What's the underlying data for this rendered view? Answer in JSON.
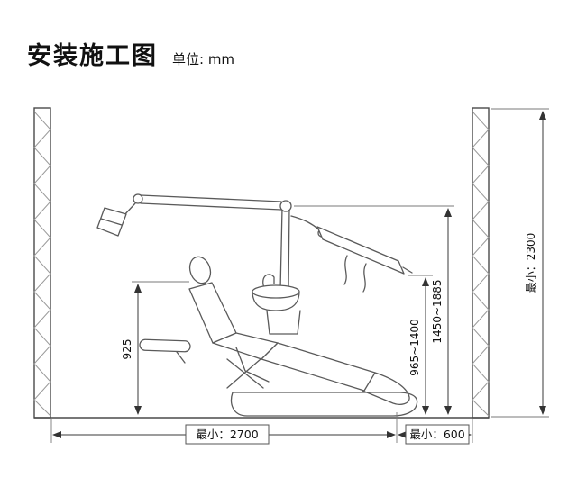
{
  "header": {
    "title": "安装施工图",
    "unit": "单位: mm"
  },
  "dimensions": {
    "chair_height": "925",
    "unit_height_range": "965~1400",
    "arm_height_range": "1450~1885",
    "ceiling_min": "最小：2300",
    "room_width_min": "最小：2700",
    "side_clearance_min": "最小：600"
  },
  "colors": {
    "line": "#5a5a5a",
    "dimension_line": "#3a3a3a",
    "text": "#111111",
    "background": "#ffffff"
  }
}
